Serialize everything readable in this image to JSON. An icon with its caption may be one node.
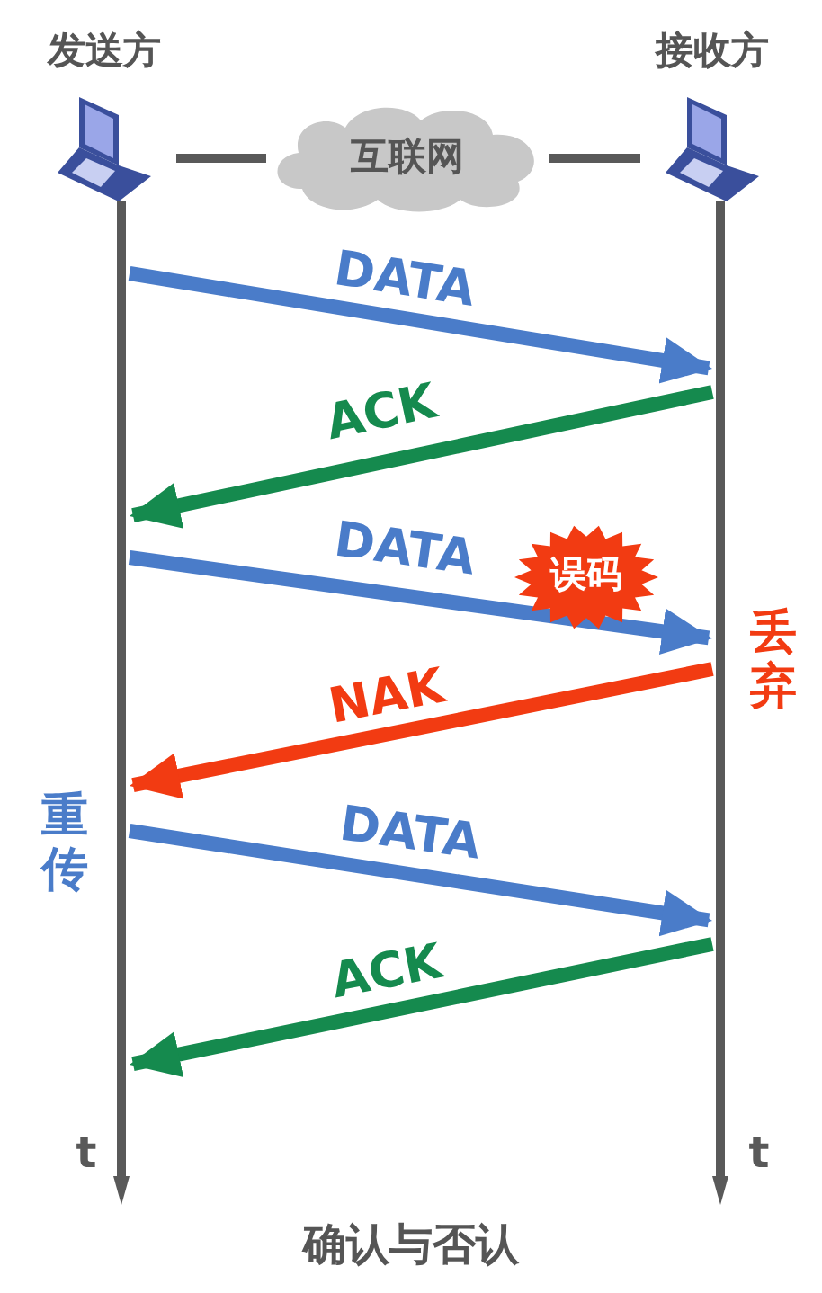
{
  "diagram": {
    "caption": "确认与否认",
    "nodes": [
      {
        "text": [
          "发送方"
        ]
      },
      {
        "text": [
          "互联网"
        ]
      },
      {
        "text": [
          "接收方"
        ]
      },
      {
        "text": [],
        "shape": "bar",
        "beside": [
          "重传",
          "t"
        ]
      },
      {
        "text": [],
        "shape": "bar",
        "beside": [
          "丢弃",
          "t"
        ]
      },
      {
        "text": [
          "误码"
        ]
      }
    ],
    "edges": [
      {
        "from": 0,
        "to": 1,
        "arrow": "none",
        "color": "#595959"
      },
      {
        "from": 1,
        "to": 2,
        "arrow": "none",
        "color": "#595959"
      },
      {
        "from": 3,
        "to": 4,
        "arrow": "to",
        "label": "DATA"
      },
      {
        "from": 4,
        "to": 3,
        "arrow": "to",
        "label": "ACK",
        "color": "#158a4e"
      },
      {
        "from": 3,
        "to": 4,
        "arrow": "to",
        "label": "DATA"
      },
      {
        "from": 4,
        "to": 3,
        "arrow": "to",
        "label": "NAK",
        "color": "#f23b12"
      },
      {
        "from": 3,
        "to": 4,
        "arrow": "to",
        "label": "DATA"
      },
      {
        "from": 4,
        "to": 3,
        "arrow": "to",
        "label": "ACK",
        "color": "#158a4e"
      }
    ]
  }
}
